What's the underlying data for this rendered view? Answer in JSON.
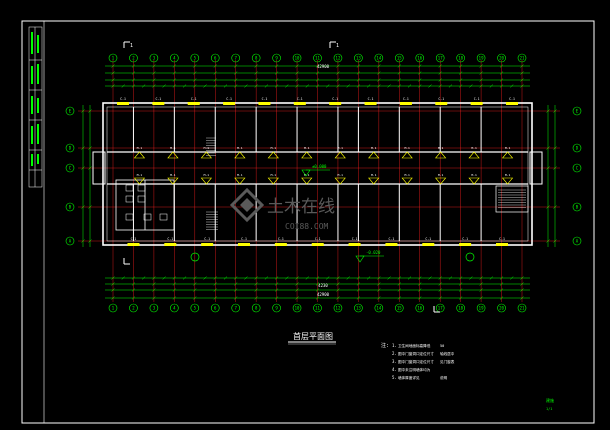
{
  "colors": {
    "background": "#000000",
    "frame": "#ffffff",
    "axis": "#00ff00",
    "wall": "#ffffff",
    "dimension": "#00ff00",
    "red_line": "#ff2020",
    "window": "#ffff00",
    "door": "#ffff00",
    "label": "#ffffff",
    "elevation": "#00ff00",
    "watermark": "#5a5a5a"
  },
  "axes_top": [
    "1",
    "2",
    "3",
    "4",
    "5",
    "6",
    "7",
    "8",
    "9",
    "10",
    "11",
    "12",
    "13",
    "14",
    "15",
    "16",
    "17",
    "18",
    "19",
    "20",
    "21"
  ],
  "axes_bottom": [
    "1",
    "2",
    "3",
    "4",
    "5",
    "6",
    "7",
    "8",
    "9",
    "10",
    "11",
    "12",
    "13",
    "14",
    "15",
    "16",
    "17",
    "18",
    "19",
    "20",
    "21"
  ],
  "axes_left": [
    "E",
    "D",
    "C",
    "B",
    "A"
  ],
  "axes_right": [
    "E",
    "D",
    "C",
    "B",
    "A"
  ],
  "overall_dimension": "42900",
  "sub_dimension": "4230",
  "section_marks": {
    "left": "1",
    "right": "1"
  },
  "rooms": {
    "window_tags_top": [
      "C-1",
      "C-1",
      "C-1",
      "C-1",
      "C-1",
      "C-1",
      "C-1",
      "C-1",
      "C-1",
      "C-1",
      "C-1",
      "C-1"
    ],
    "window_tags_bottom": [
      "C-1",
      "C-1",
      "C-1",
      "C-1",
      "C-1",
      "C-1",
      "C-1",
      "C-1",
      "C-1",
      "C-1",
      "C-1"
    ],
    "door_tags": [
      "M-1",
      "M-1",
      "M-1",
      "M-1",
      "M-1",
      "M-1",
      "M-1",
      "M-1",
      "M-1",
      "M-1",
      "M-1",
      "M-1"
    ]
  },
  "elevations": {
    "center": "±0.000",
    "bottom": "-0.020"
  },
  "drawing_title": "首层平面图",
  "notes": {
    "prefix": "注:",
    "items": [
      {
        "num": "1.",
        "text": "卫生间地面标高降低",
        "value": "50"
      },
      {
        "num": "2.",
        "text": "图中门窗洞口定位尺寸",
        "value": "轴线居中"
      },
      {
        "num": "3.",
        "text": "图中门窗洞口定位尺寸",
        "value": "见门窗表"
      },
      {
        "num": "4.",
        "text": "图中未注明墙体均为"
      },
      {
        "num": "5.",
        "text": "墙体厚度详见",
        "value": "说明"
      }
    ]
  },
  "watermark": {
    "main": "土木在线",
    "sub": "COI88.COM"
  },
  "title_block": {
    "sheet": "建施",
    "number": "1/1"
  }
}
